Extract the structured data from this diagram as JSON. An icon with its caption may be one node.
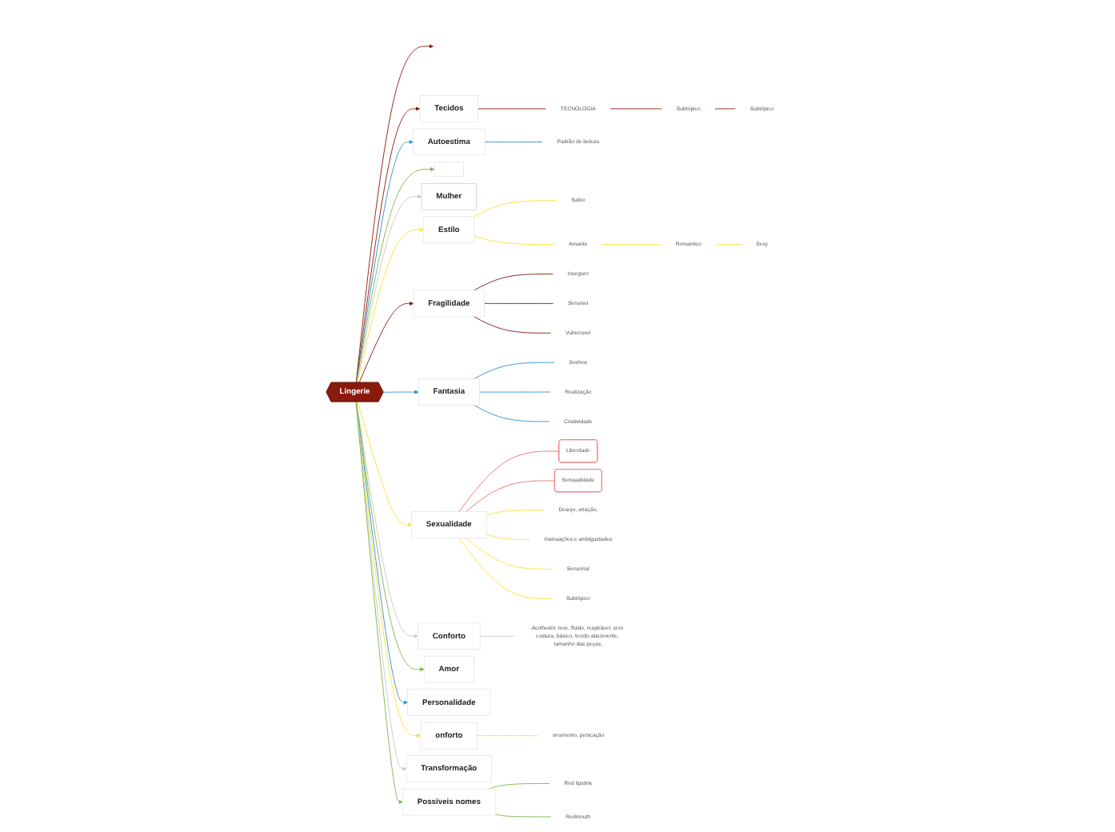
{
  "diagram": {
    "nodes": [
      {
        "text": [
          "Lingerie"
        ]
      },
      {
        "text": [
          "Tecidos"
        ]
      },
      {
        "text": [
          "TECNOLOGIA"
        ]
      },
      {
        "text": [
          "Subtópico"
        ]
      },
      {
        "text": [
          "Subtópico"
        ]
      },
      {
        "text": [
          "Autoestima"
        ]
      },
      {
        "text": [
          "Padrão de beleza"
        ]
      },
      {
        "text": [],
        "shape": "box"
      },
      {
        "text": [
          "Mulher"
        ]
      },
      {
        "text": [
          "Estilo"
        ]
      },
      {
        "text": [
          "Sabio"
        ]
      },
      {
        "text": [
          "Amante"
        ]
      },
      {
        "text": [
          "Romantico"
        ]
      },
      {
        "text": [
          "Sexy"
        ]
      },
      {
        "text": [
          "Fragilidade"
        ]
      },
      {
        "text": [
          "Inseguro"
        ]
      },
      {
        "text": [
          "Sensivel"
        ]
      },
      {
        "text": [
          "Vulneravel"
        ]
      },
      {
        "text": [
          "Fantasia"
        ]
      },
      {
        "text": [
          "Sonhos"
        ]
      },
      {
        "text": [
          "Realização"
        ]
      },
      {
        "text": [
          "Criatividade"
        ]
      },
      {
        "text": [
          "Sexualidade"
        ]
      },
      {
        "text": [
          "Liberdade"
        ]
      },
      {
        "text": [
          "Sensualidade"
        ]
      },
      {
        "text": [
          "Desejo, atração,"
        ]
      },
      {
        "text": [
          "Insinuações e ambiguidades"
        ]
      },
      {
        "text": [
          "Sensorial"
        ]
      },
      {
        "text": [
          "Subtópico"
        ]
      },
      {
        "text": [
          "Conforto"
        ]
      },
      {
        "text": [
          "Acolhedor, leve, fluido, respirável, sem costura, básico, tecido absorvente, tamanho das peças,"
        ]
      },
      {
        "text": [
          "Amor"
        ]
      },
      {
        "text": [
          "Personalidade"
        ]
      },
      {
        "text": [
          "onforto"
        ]
      },
      {
        "text": [
          "orramento, penicação"
        ]
      },
      {
        "text": [
          "Transformação"
        ]
      },
      {
        "text": [
          "Possiveis nomes"
        ]
      },
      {
        "text": [
          "Red lipstink"
        ]
      },
      {
        "text": [
          "Redmouth"
        ]
      }
    ],
    "edges": [
      {
        "from": 0,
        "to": null,
        "arrow": "to",
        "color": "#8b1a0e"
      },
      {
        "from": 0,
        "to": 1,
        "arrow": "to",
        "color": "#8b1a0e"
      },
      {
        "from": 1,
        "to": 2,
        "arrow": "none",
        "color": "#8b1a0e"
      },
      {
        "from": 2,
        "to": 3,
        "arrow": "none",
        "color": "#8b1a0e"
      },
      {
        "from": 3,
        "to": 4,
        "arrow": "none",
        "color": "#8b1a0e"
      },
      {
        "from": 0,
        "to": 5,
        "arrow": "to",
        "color": "#2d8fd5"
      },
      {
        "from": 5,
        "to": 6,
        "arrow": "none",
        "color": "#2d8fd5"
      },
      {
        "from": 0,
        "to": 7,
        "arrow": "to",
        "color": "#7ab648"
      },
      {
        "from": 0,
        "to": 8,
        "arrow": "to",
        "color": "#c8c8c8"
      },
      {
        "from": 0,
        "to": 9,
        "arrow": "to",
        "color": "#ffe033"
      },
      {
        "from": 9,
        "to": 10,
        "arrow": "none",
        "color": "#ffe033"
      },
      {
        "from": 9,
        "to": 11,
        "arrow": "none",
        "color": "#ffe033"
      },
      {
        "from": 11,
        "to": 12,
        "arrow": "none",
        "color": "#ffe033"
      },
      {
        "from": 12,
        "to": 13,
        "arrow": "none",
        "color": "#ffe033"
      },
      {
        "from": 0,
        "to": 14,
        "arrow": "to",
        "color": "#8b1a0e"
      },
      {
        "from": 14,
        "to": 15,
        "arrow": "none",
        "color": "#8b1a0e"
      },
      {
        "from": 14,
        "to": 16,
        "arrow": "none",
        "color": "#8b1a0e"
      },
      {
        "from": 14,
        "to": 17,
        "arrow": "none",
        "color": "#8b1a0e"
      },
      {
        "from": 0,
        "to": 18,
        "arrow": "to",
        "color": "#2d8fd5"
      },
      {
        "from": 18,
        "to": 19,
        "arrow": "none",
        "color": "#2d8fd5"
      },
      {
        "from": 18,
        "to": 20,
        "arrow": "none",
        "color": "#2d8fd5"
      },
      {
        "from": 18,
        "to": 21,
        "arrow": "none",
        "color": "#2d8fd5"
      },
      {
        "from": 0,
        "to": 22,
        "arrow": "to",
        "color": "#ffe033"
      },
      {
        "from": 22,
        "to": 23,
        "arrow": "none",
        "color": "#f07070"
      },
      {
        "from": 22,
        "to": 24,
        "arrow": "none",
        "color": "#f07070"
      },
      {
        "from": 22,
        "to": 25,
        "arrow": "none",
        "color": "#ffe033"
      },
      {
        "from": 22,
        "to": 26,
        "arrow": "none",
        "color": "#ffe033"
      },
      {
        "from": 22,
        "to": 27,
        "arrow": "none",
        "color": "#ffe033"
      },
      {
        "from": 22,
        "to": 28,
        "arrow": "none",
        "color": "#ffe033"
      },
      {
        "from": 0,
        "to": 29,
        "arrow": "to",
        "color": "#c8c8c8"
      },
      {
        "from": 29,
        "to": 30,
        "arrow": "none",
        "color": "#c8c8c8"
      },
      {
        "from": 0,
        "to": 31,
        "arrow": "to",
        "color": "#7ab648"
      },
      {
        "from": 0,
        "to": 32,
        "arrow": "to",
        "color": "#2d8fd5"
      },
      {
        "from": 0,
        "to": 33,
        "arrow": "to",
        "color": "#ffe033"
      },
      {
        "from": 33,
        "to": 34,
        "arrow": "none",
        "color": "#ffe033"
      },
      {
        "from": 0,
        "to": 35,
        "arrow": "to",
        "color": "#c8c8c8"
      },
      {
        "from": 0,
        "to": 36,
        "arrow": "to",
        "color": "#7ab648"
      },
      {
        "from": 36,
        "to": 37,
        "arrow": "none",
        "color": "#7ab648"
      },
      {
        "from": 36,
        "to": 38,
        "arrow": "none",
        "color": "#7ab648"
      }
    ]
  }
}
